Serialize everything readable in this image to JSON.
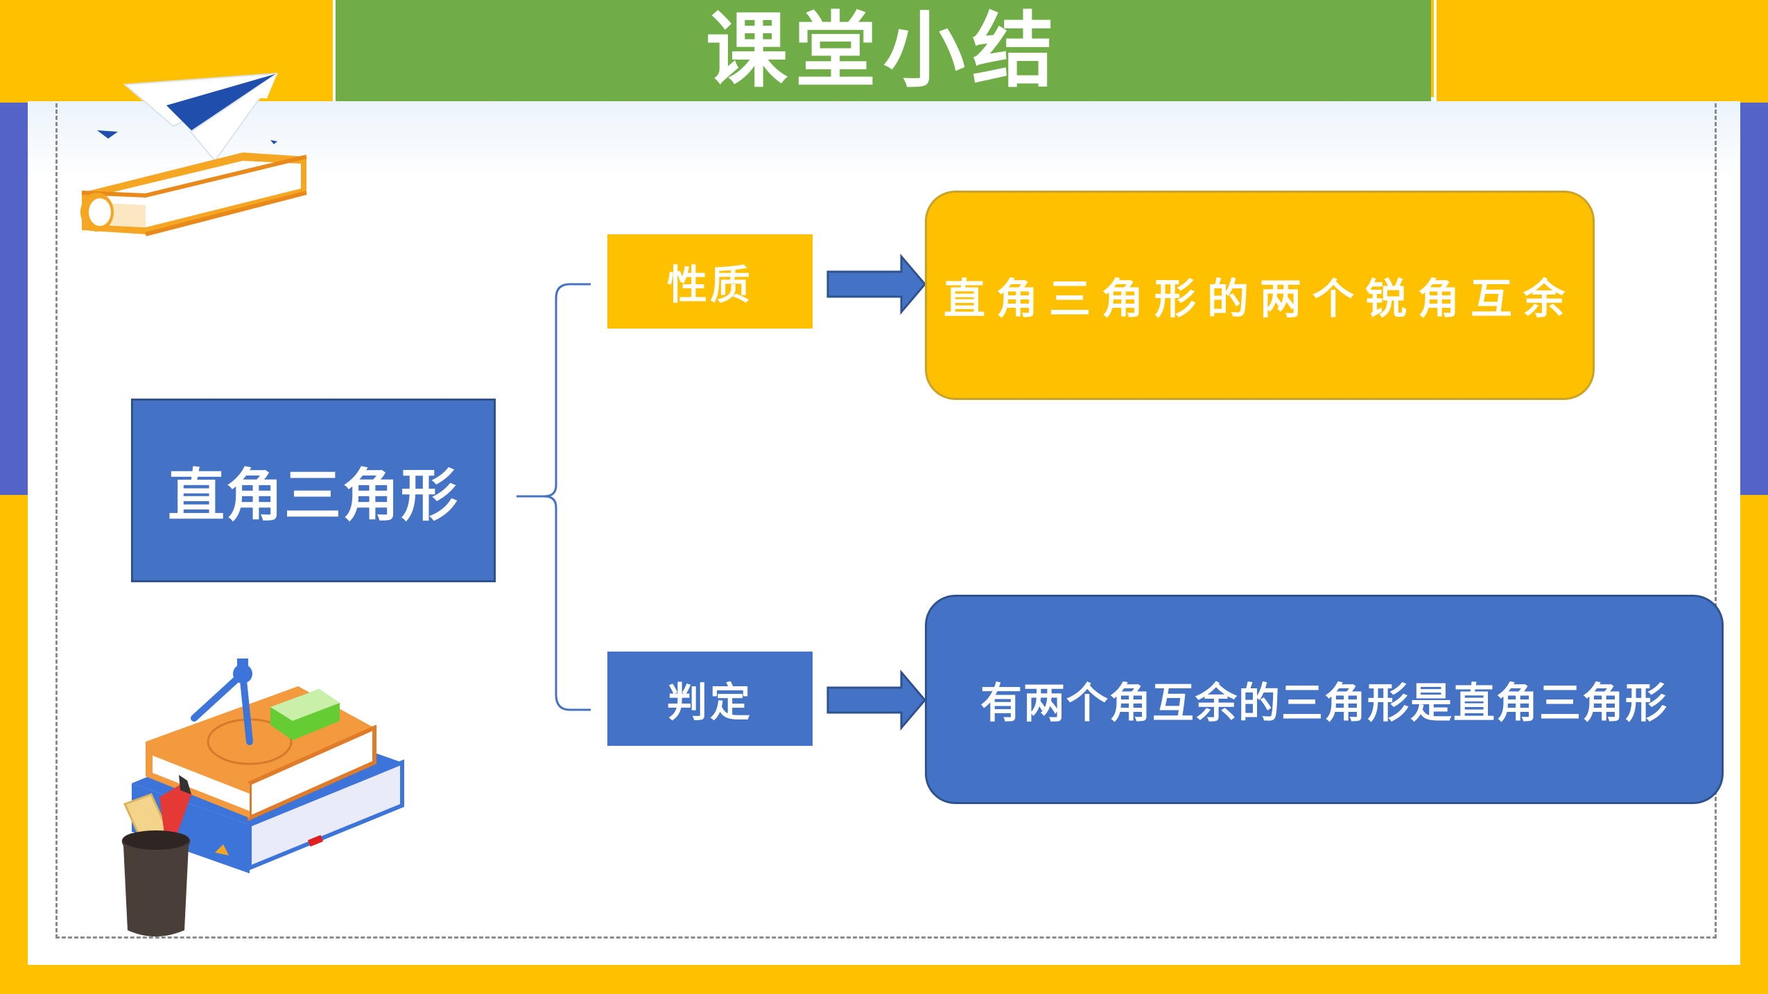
{
  "title": "课堂小结",
  "main_concept": "直角三角形",
  "branches": [
    {
      "label": "性质",
      "result": "直角三角形的两个锐角互余"
    },
    {
      "label": "判定",
      "result": "有两个角互余的三角形是直角三角形"
    }
  ],
  "colors": {
    "accent_yellow": "#FFC000",
    "accent_green": "#70AD47",
    "accent_blue": "#4472C4",
    "side_purple": "#5463C7"
  },
  "icons": [
    "paper-plane-icon",
    "book-icon",
    "book-stack-icon",
    "pencil-cup-icon",
    "compass-icon"
  ]
}
